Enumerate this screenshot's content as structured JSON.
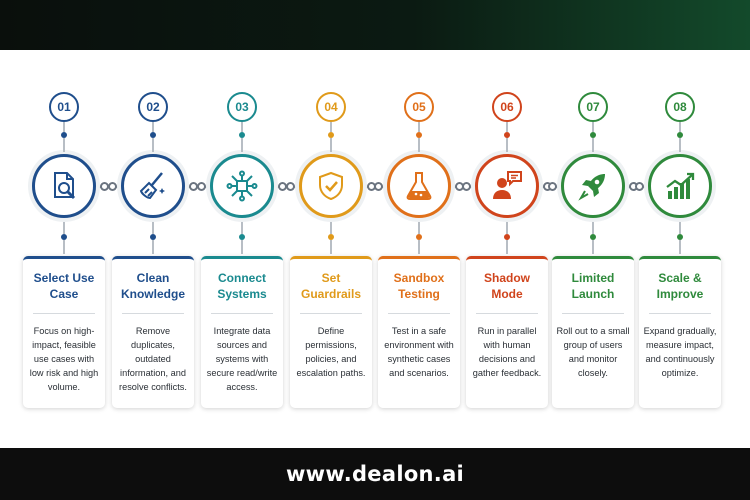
{
  "footer": {
    "url": "www.dealon.ai"
  },
  "steps": [
    {
      "number": "01",
      "title": "Select Use Case",
      "description": "Focus on high-impact, feasible use cases with low risk and high volume.",
      "color": "#1f4e8c",
      "icon": "document-search-icon"
    },
    {
      "number": "02",
      "title": "Clean Knowledge",
      "description": "Remove duplicates, outdated information, and resolve conflicts.",
      "color": "#1f4e8c",
      "icon": "broom-icon"
    },
    {
      "number": "03",
      "title": "Connect Systems",
      "description": "Integrate data sources and systems with secure read/write access.",
      "color": "#1a8a8f",
      "icon": "network-nodes-icon"
    },
    {
      "number": "04",
      "title": "Set Guardrails",
      "description": "Define permissions, policies, and escalation paths.",
      "color": "#e09a1a",
      "icon": "shield-check-icon"
    },
    {
      "number": "05",
      "title": "Sandbox Testing",
      "description": "Test in a safe environment with synthetic cases and scenarios.",
      "color": "#e0701a",
      "icon": "flask-icon"
    },
    {
      "number": "06",
      "title": "Shadow Mode",
      "description": "Run in parallel with human decisions and gather feedback.",
      "color": "#d0441c",
      "icon": "person-chat-icon"
    },
    {
      "number": "07",
      "title": "Limited Launch",
      "description": "Roll out to a small group of users and monitor closely.",
      "color": "#2f8a3c",
      "icon": "rocket-icon"
    },
    {
      "number": "08",
      "title": "Scale & Improve",
      "description": "Expand gradually, measure impact, and continuously optimize.",
      "color": "#2f8a3c",
      "icon": "growth-chart-icon"
    }
  ]
}
